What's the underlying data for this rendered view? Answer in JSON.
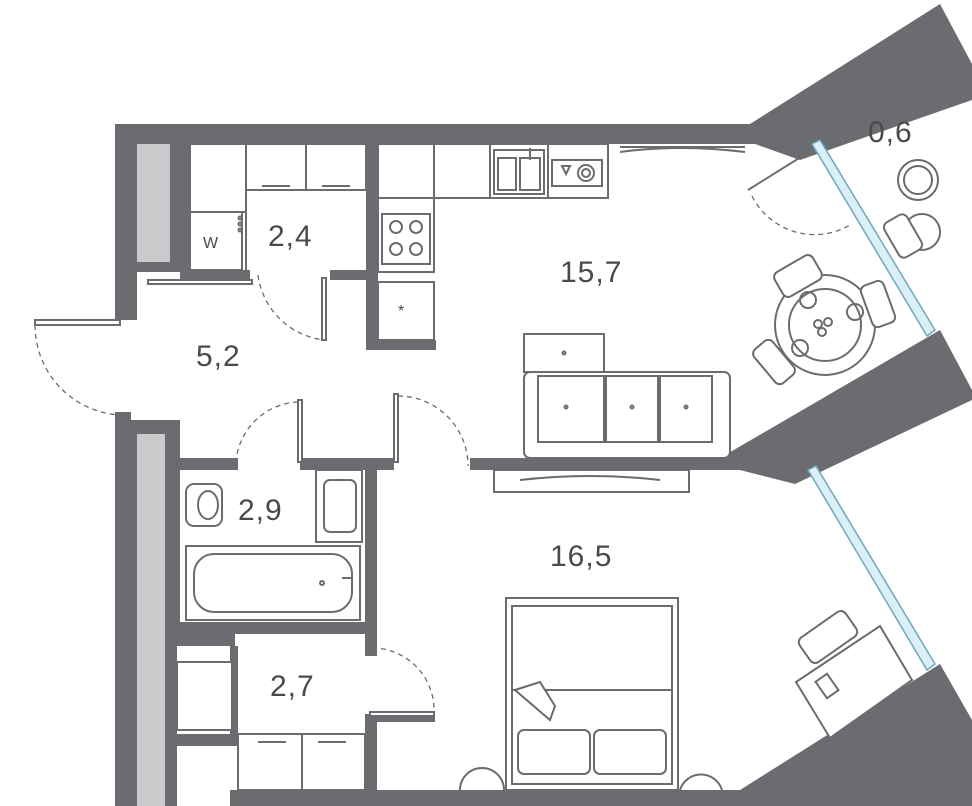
{
  "rooms": [
    {
      "id": "balcony",
      "area": "0,6"
    },
    {
      "id": "storage",
      "area": "2,4"
    },
    {
      "id": "kitchen-living",
      "area": "15,7"
    },
    {
      "id": "hallway",
      "area": "5,2"
    },
    {
      "id": "bathroom",
      "area": "2,9"
    },
    {
      "id": "bedroom",
      "area": "16,5"
    },
    {
      "id": "wardrobe",
      "area": "2,7"
    }
  ],
  "appliance_labels": {
    "washer": "W",
    "fridge": "*"
  },
  "colors": {
    "wall": "#6b6c70",
    "shaft": "#c9cacb",
    "glass": "#dbeff6"
  }
}
